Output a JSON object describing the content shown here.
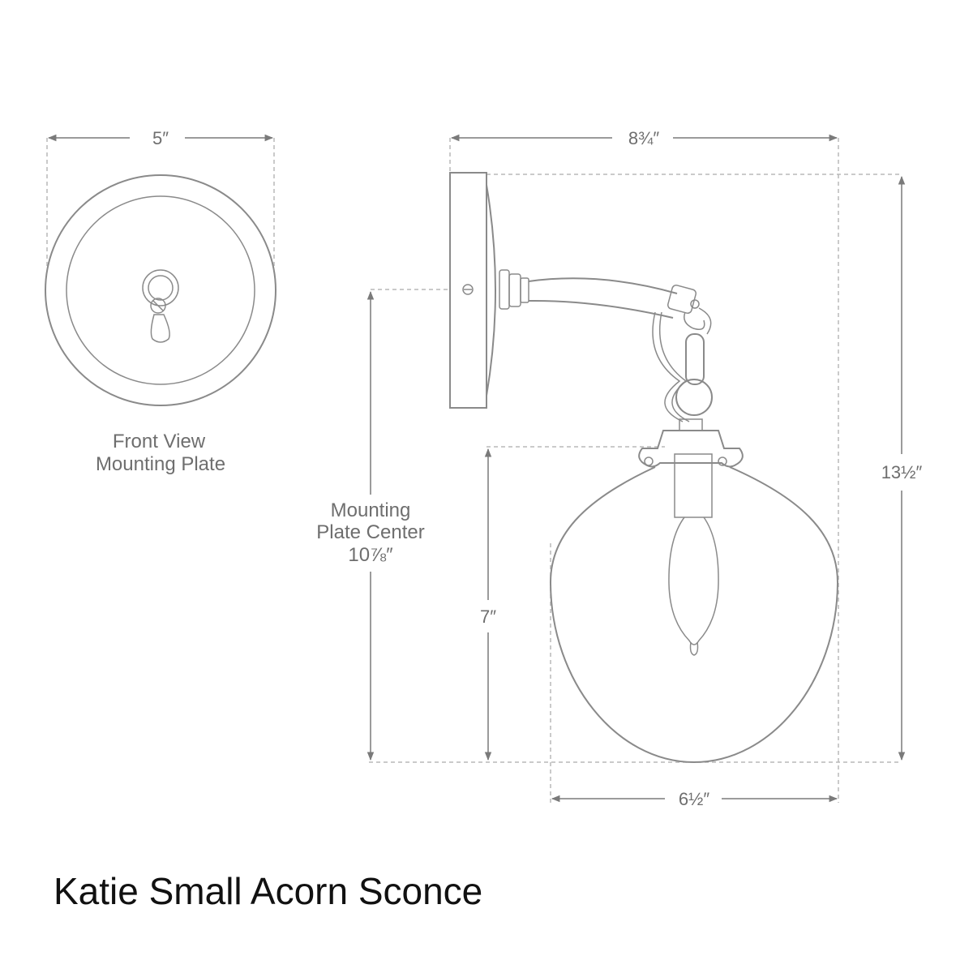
{
  "title": "Katie Small Acorn Sconce",
  "front_view": {
    "caption_line1": "Front View",
    "caption_line2": "Mounting Plate",
    "width_label": "5″"
  },
  "side_view": {
    "width_label": "8¾″",
    "height_label": "13½″",
    "mounting_center_line1": "Mounting",
    "mounting_center_line2": "Plate Center",
    "mounting_center_value": "10⅞″",
    "shade_height_label": "7″",
    "shade_width_label": "6½″"
  },
  "colors": {
    "line": "#8a8a8a",
    "dashed": "#b8b8b8",
    "label_text": "#6e6e6e",
    "title_text": "#111111"
  }
}
